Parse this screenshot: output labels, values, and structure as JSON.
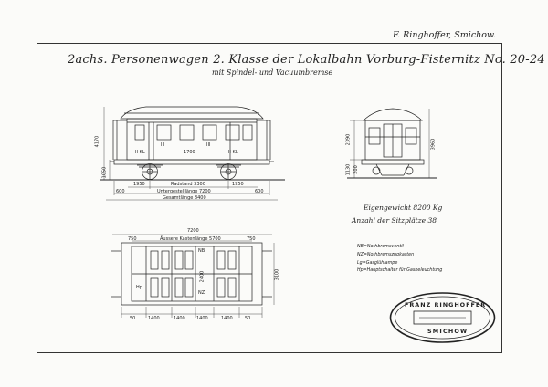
{
  "header": {
    "maker": "F. Ringhoffer, Smichow."
  },
  "title": {
    "main": "2achs. Personenwagen 2. Klasse der Lokalbahn Vorburg-Fisternitz No. 20-24",
    "sub": "mit Spindel- und Vacuumbremse"
  },
  "side_view": {
    "labels": {
      "coach_no": "1700",
      "left_class": "II KL",
      "right_class": "II KL",
      "left_compartment": "III",
      "right_compartment": "III"
    },
    "dims": {
      "height_total": "4170",
      "height_floor": "1050",
      "left_axle": "1950",
      "wheelbase_label": "Radstand 3300",
      "right_axle": "1950",
      "overhang_left": "600",
      "overhang_right": "600",
      "frame_length": "Untergestelllänge 7200",
      "total_length": "Gesamtlänge 8400"
    }
  },
  "end_view": {
    "dims": {
      "body_height": "2390",
      "total_height": "3960",
      "floor_height": "1130",
      "step": "200"
    }
  },
  "plan_view": {
    "dims": {
      "overall": "7200",
      "inner_label": "Äussere Kastenlänge 5700",
      "left_end": "750",
      "right_end": "750",
      "width": "3100",
      "seg1": "1400",
      "seg2": "1400",
      "seg3": "1400",
      "seg4": "1400",
      "end_left": "50",
      "end_right": "50",
      "center_mark": "2400"
    },
    "tags": {
      "a": "NB",
      "b": "NZ",
      "c": "Hp"
    }
  },
  "specs": {
    "weight": "Eigengewicht 8200 Kg",
    "seats": "Anzahl der Sitzplätze 38"
  },
  "legend": [
    "NB=Nothbremsventil",
    "NZ=Nothbremszugkasten",
    "Lg=Gasglühlampe",
    "Hp=Hauptschalter für Gasbeleuchtung"
  ],
  "stamp": {
    "top": "FRANZ RINGHOFFER",
    "bottom": "SMICHOW"
  }
}
